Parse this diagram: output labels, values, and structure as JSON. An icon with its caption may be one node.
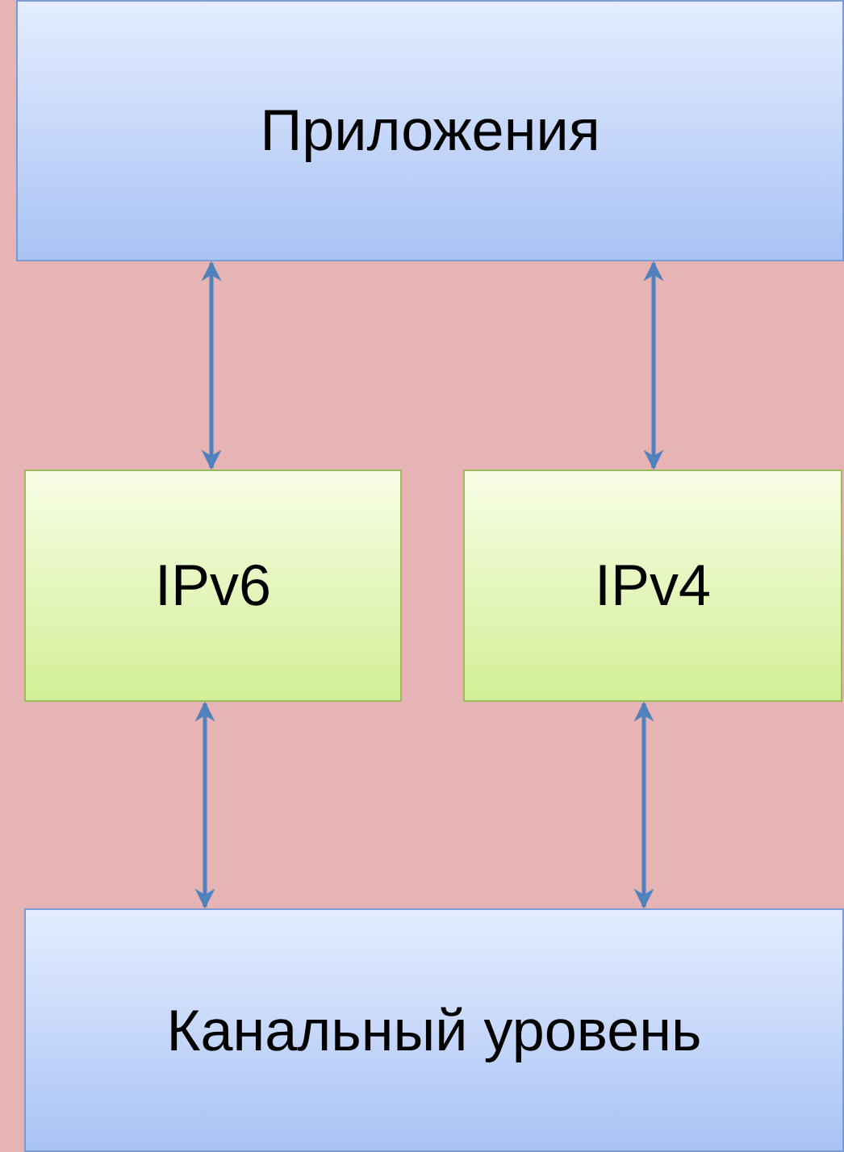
{
  "diagram": {
    "nodes": [
      {
        "text": [
          "Приложения"
        ]
      },
      {
        "text": [
          "IPv6"
        ]
      },
      {
        "text": [
          "IPv4"
        ]
      },
      {
        "text": [
          "Канальный уровень"
        ]
      }
    ],
    "edges": [
      {
        "from": 0,
        "to": 1,
        "arrow": "both"
      },
      {
        "from": 0,
        "to": 2,
        "arrow": "both"
      },
      {
        "from": 1,
        "to": 3,
        "arrow": "both"
      },
      {
        "from": 2,
        "to": 3,
        "arrow": "both"
      }
    ]
  }
}
